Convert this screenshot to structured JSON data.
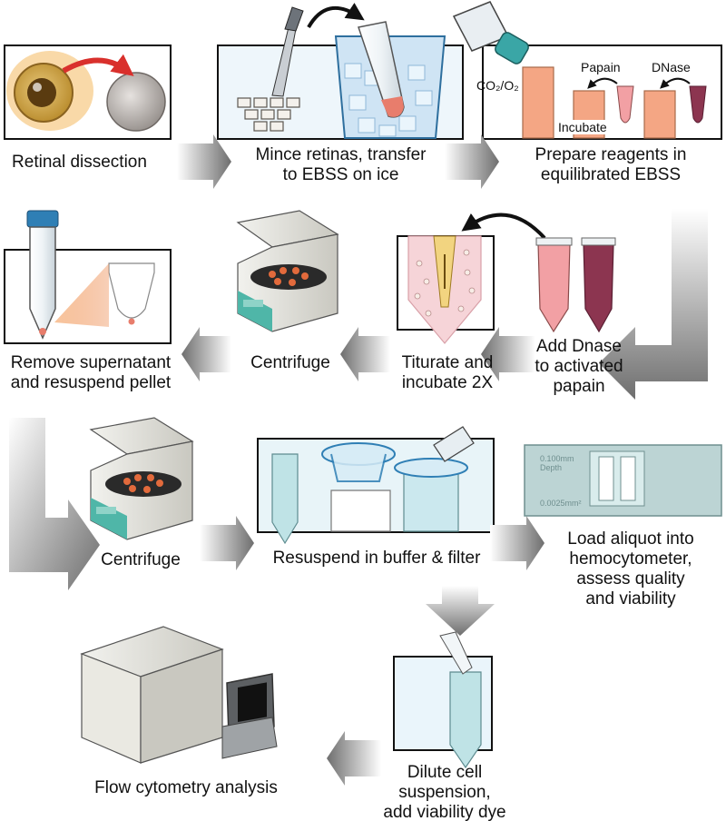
{
  "steps": {
    "retinal_dissection": "Retinal dissection",
    "mince_transfer": "Mince retinas, transfer\nto EBSS on ice",
    "prepare_reagents": "Prepare reagents in\nequilibrated EBSS",
    "add_dnase": "Add Dnase\nto activated\npapain",
    "titurate": "Titurate and\nincubate 2X",
    "centrifuge_1": "Centrifuge",
    "remove_supernatant": "Remove supernatant\nand resuspend pellet",
    "centrifuge_2": "Centrifuge",
    "resuspend_filter": "Resuspend in buffer & filter",
    "load_hemocytometer": "Load aliquot into\nhemocytometer,\nassess quality\nand viability",
    "dilute": "Dilute cell\nsuspension,\nadd viability dye",
    "flow_cytometry": "Flow cytometry analysis"
  },
  "reagent_labels": {
    "gas": "CO₂/O₂",
    "papain": "Papain",
    "dnase": "DNase",
    "incubate": "Incubate"
  },
  "hemocytometer_labels": {
    "depth": "0.100mm\nDepth",
    "area": "0.0025mm²"
  },
  "colors": {
    "panel_border": "#111111",
    "panel_bg_blue": "#dbe9f4",
    "arrow_dark": "#7a7a7a",
    "arrow_light": "#f3f3f3",
    "red_arrow": "#d9302c",
    "pink_tube": "#f2a0a4",
    "maroon_tube": "#8c3550",
    "salmon_tube": "#f4a684",
    "teal_machine": "#4fb6a8",
    "light_blue_liquid": "#bfe3e6"
  }
}
